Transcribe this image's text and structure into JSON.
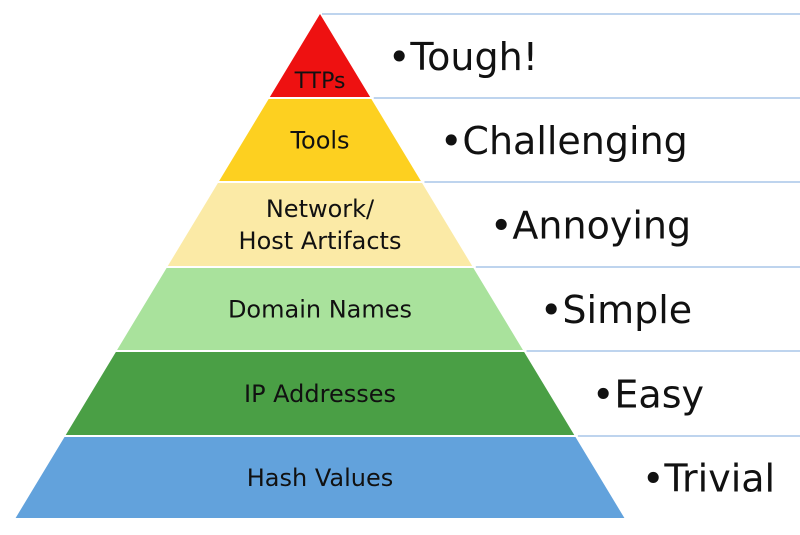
{
  "title": "Pyramid of Pain",
  "levels": [
    {
      "label_lines": [
        "TTPs"
      ],
      "difficulty": "•Tough!",
      "color": "#ee1111",
      "text_color": "#6a0000"
    },
    {
      "label_lines": [
        "Tools"
      ],
      "difficulty": "•Challenging",
      "color": "#fdd020",
      "text_color": "#111111"
    },
    {
      "label_lines": [
        "Network/",
        "Host Artifacts"
      ],
      "difficulty": "•Annoying",
      "color": "#fbeaa6",
      "text_color": "#111111"
    },
    {
      "label_lines": [
        "Domain Names"
      ],
      "difficulty": "•Simple",
      "color": "#a9e29c",
      "text_color": "#111111"
    },
    {
      "label_lines": [
        "IP Addresses"
      ],
      "difficulty": "•Easy",
      "color": "#4a9f45",
      "text_color": "#111111"
    },
    {
      "label_lines": [
        "Hash Values"
      ],
      "difficulty": "•Trivial",
      "color": "#62a2dc",
      "text_color": "#111111"
    }
  ],
  "divider_color": "#a9c6e8"
}
